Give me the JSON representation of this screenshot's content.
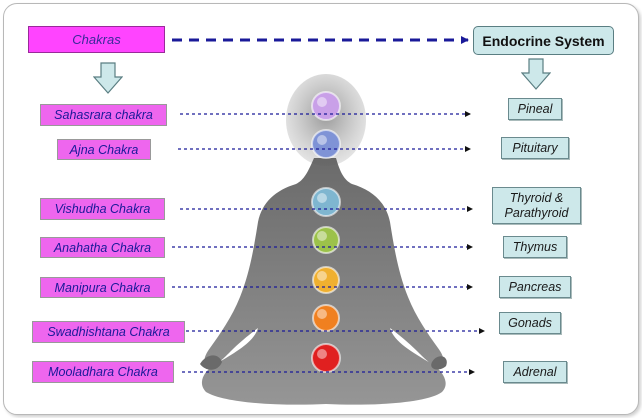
{
  "headers": {
    "chakras": "Chakras",
    "endocrine_system": "Endocrine System"
  },
  "chakras": [
    "Sahasrara chakra",
    "Ajna Chakra",
    "Vishudha Chakra",
    "Anahatha Chakra",
    "Manipura Chakra",
    "Swadhishtana Chakra",
    "Mooladhara Chakra"
  ],
  "glands": [
    "Pineal",
    "Pituitary",
    "Thyroid & Parathyroid",
    "Thymus",
    "Pancreas",
    "Gonads",
    "Adrenal"
  ],
  "chakra_colors": [
    "#c9a0e8",
    "#7f93d6",
    "#7fb6d0",
    "#9cc24a",
    "#f0b030",
    "#f08020",
    "#e02020"
  ],
  "colors": {
    "chakra_box": "#ee66ee",
    "chakras_header": "#ff44ff",
    "gland_box": "#cde8ea",
    "connector": "#1a1a99"
  }
}
